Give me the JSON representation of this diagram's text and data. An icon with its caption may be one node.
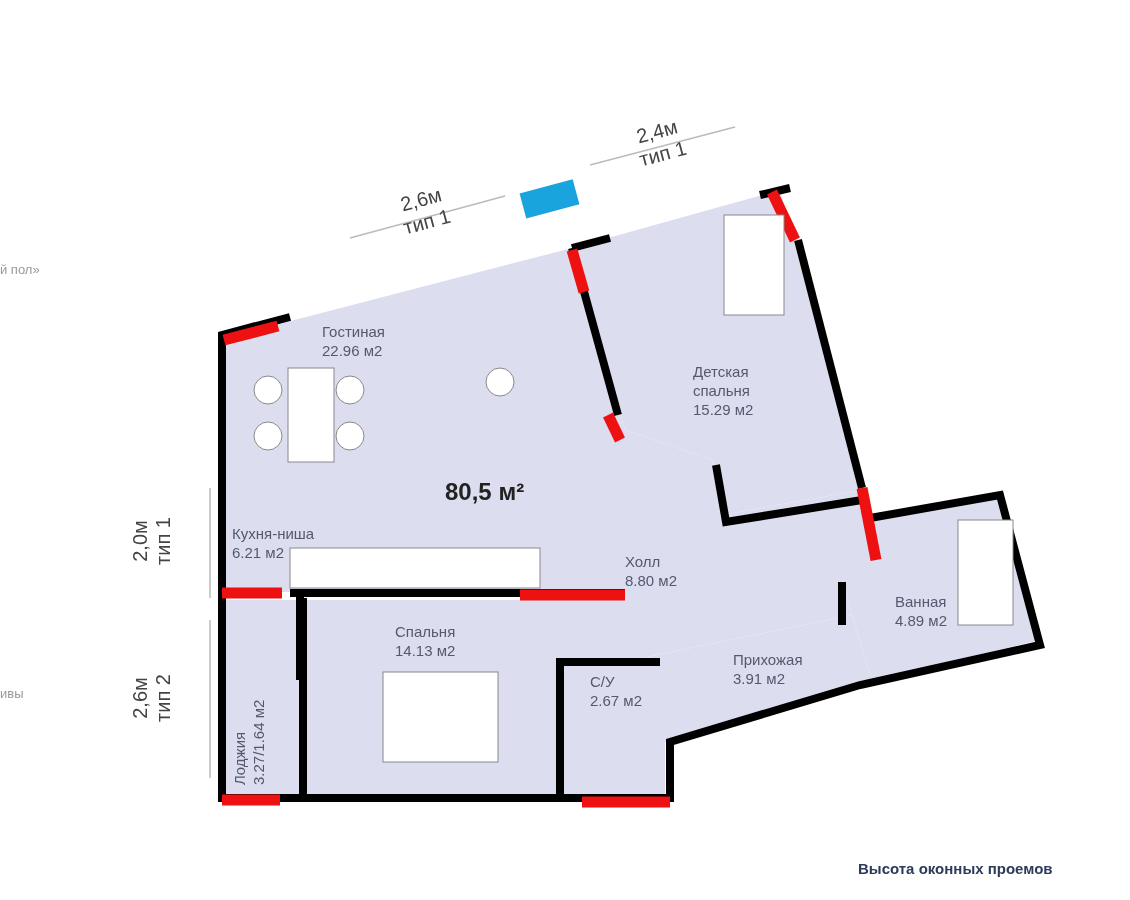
{
  "diagram": {
    "nodes": [
      {
        "text": [
          "Гостиная",
          "22.96 м2"
        ]
      },
      {
        "text": [
          "Детская спальня",
          "15.29 м2"
        ]
      },
      {
        "text": [
          "Кухня-ниша",
          "6.21 м2"
        ]
      },
      {
        "text": [
          "Холл",
          "8.80 м2"
        ]
      },
      {
        "text": [
          "Спальня",
          "14.13 м2"
        ]
      },
      {
        "text": [
          "Лоджия",
          "3.27/1.64 м2"
        ]
      },
      {
        "text": [
          "С/У",
          "2.67 м2"
        ]
      },
      {
        "text": [
          "Прихожая",
          "3.91 м2"
        ]
      },
      {
        "text": [
          "Ванная",
          "4.89 м2"
        ]
      }
    ],
    "labels": [
      "2,4м тип 1",
      "2,6м тип 1",
      "й пол»",
      "2,0м тип 1",
      "80,5 м²",
      "2,6м тип 2",
      "ивы",
      "Высота оконных проемов"
    ]
  }
}
